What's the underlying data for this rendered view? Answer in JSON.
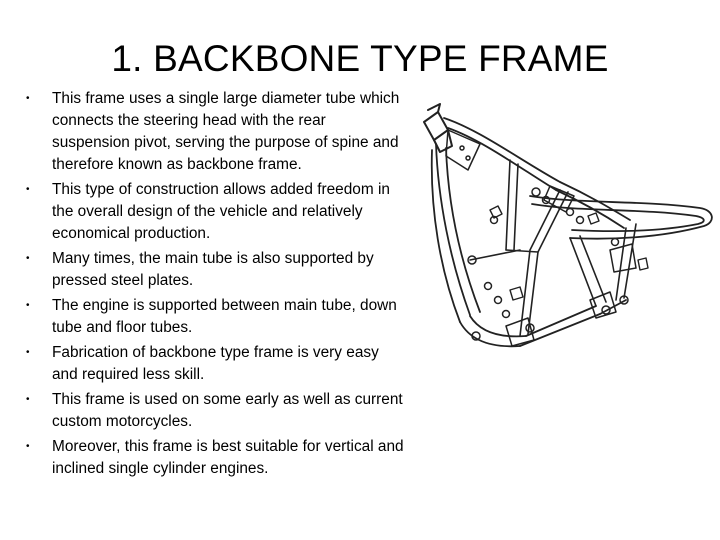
{
  "slide": {
    "title": "1. BACKBONE TYPE FRAME",
    "bullet_symbol": "•",
    "bullets": [
      "This frame uses a single large diameter tube which connects the steering head with the rear suspension pivot, serving the purpose of spine and therefore known as backbone frame.",
      "This type of construction allows added freedom in the overall design of the vehicle and relatively economical production.",
      "Many times, the main tube is also supported by pressed steel plates.",
      "The engine is supported between main tube, down tube and floor tubes.",
      "Fabrication of backbone type frame is very easy and required less skill.",
      "This frame is used on some early as well as current custom motorcycles.",
      "Moreover, this frame is best suitable for vertical and inclined single cylinder engines."
    ]
  },
  "figure": {
    "icon": "motorcycle-backbone-frame-line-drawing",
    "stroke_color": "#222222"
  }
}
